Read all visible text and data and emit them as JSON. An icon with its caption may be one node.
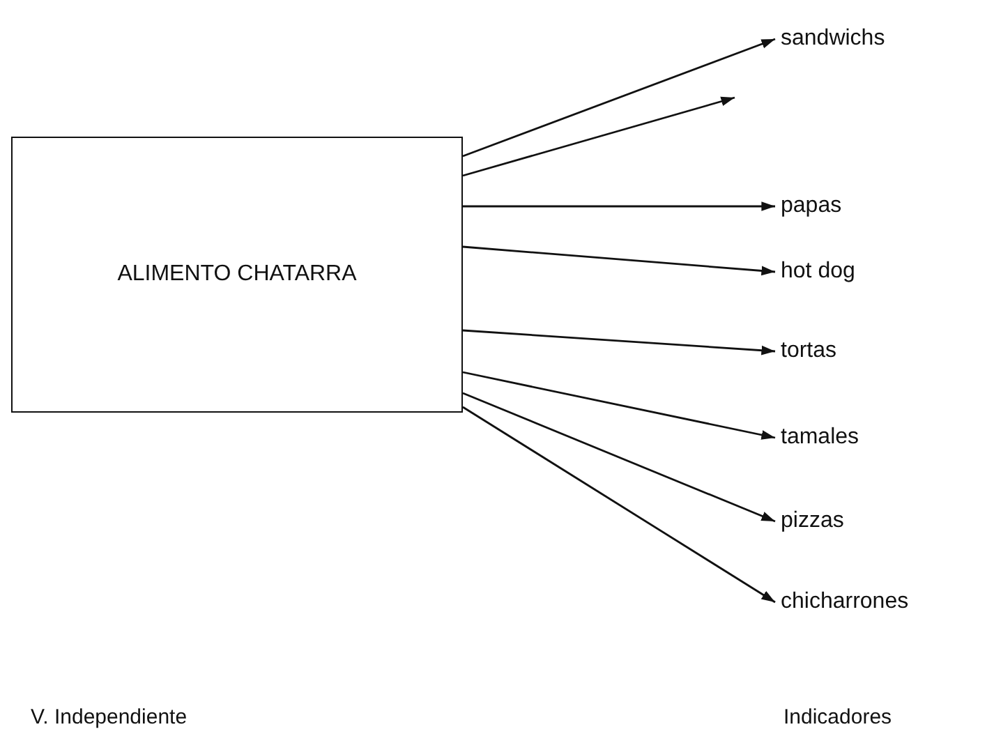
{
  "diagram": {
    "nodes": [
      {
        "text": [
          "ALIMENTO CHATARRA"
        ]
      },
      {
        "text": [
          "sandwichs"
        ]
      },
      {
        "text": [
          "papas"
        ]
      },
      {
        "text": [
          "hot dog"
        ]
      },
      {
        "text": [
          "tortas"
        ]
      },
      {
        "text": [
          "tamales"
        ]
      },
      {
        "text": [
          "pizzas"
        ]
      },
      {
        "text": [
          "chicharrones"
        ]
      }
    ],
    "edges": [
      {
        "from": 0,
        "to": 1,
        "arrow": "to"
      },
      {
        "from": 0,
        "to": null,
        "arrow": "to"
      },
      {
        "from": 0,
        "to": 2,
        "arrow": "to"
      },
      {
        "from": 0,
        "to": 3,
        "arrow": "to"
      },
      {
        "from": 0,
        "to": 4,
        "arrow": "to"
      },
      {
        "from": 0,
        "to": 5,
        "arrow": "to"
      },
      {
        "from": 0,
        "to": 6,
        "arrow": "to"
      },
      {
        "from": 0,
        "to": 7,
        "arrow": "to"
      }
    ],
    "labels": [
      "V. Independiente",
      "Indicadores"
    ]
  }
}
